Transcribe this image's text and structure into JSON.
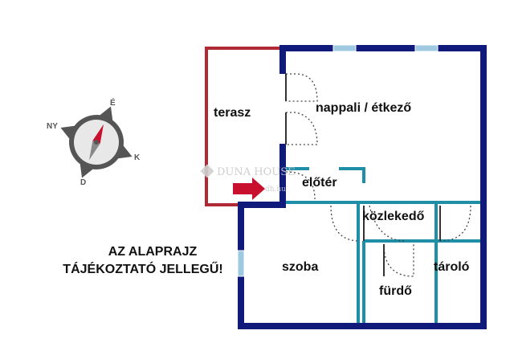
{
  "rooms": {
    "terrace": "terasz",
    "living": "nappali / étkező",
    "hall": "előtér",
    "corridor": "közlekedő",
    "room": "szoba",
    "storage": "tároló",
    "bathroom": "fürdő"
  },
  "note": {
    "line1": "AZ ALAPRAJZ",
    "line2": "TÁJÉKOZTATÓ JELLEGŰ!"
  },
  "compass": {
    "north": "É",
    "east": "K",
    "south": "D",
    "northwest": "NY"
  },
  "watermark": {
    "brand": "DUNA HOUSE",
    "url": "dh.hu"
  },
  "colors": {
    "outer_wall": "#0f1a7a",
    "inner_wall": "#1f8fa8",
    "terrace_outline": "#b02a36",
    "window": "#9ec9e0",
    "door_swing": "#444444",
    "entry_arrow": "#c8102e"
  }
}
